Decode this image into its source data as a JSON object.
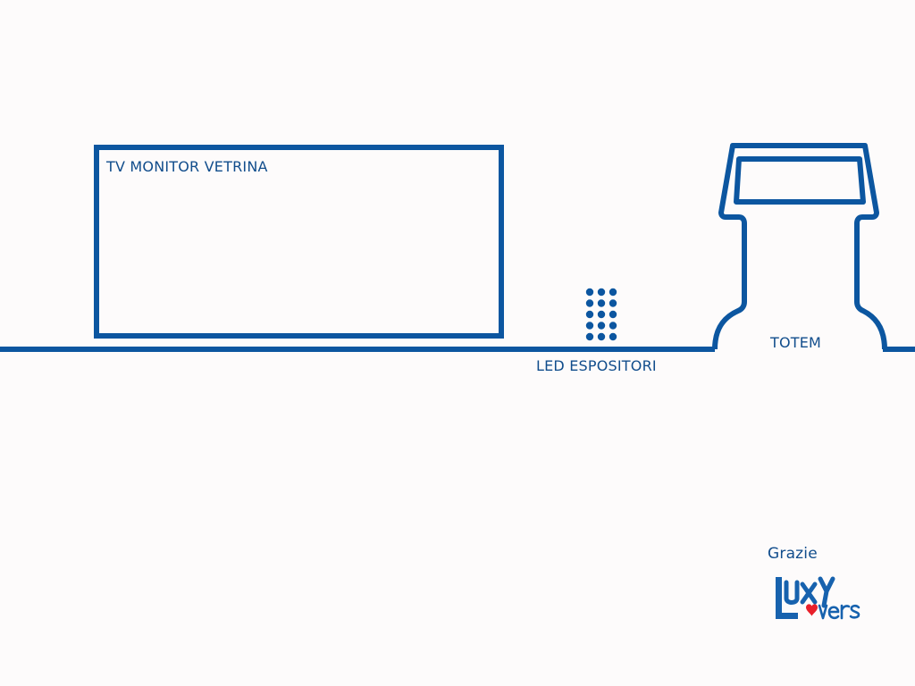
{
  "colors": {
    "background": "#fdfbfb",
    "stroke": "#0c56a0",
    "text": "#114d8c",
    "logo_blue": "#1762ae",
    "logo_heart": "#e8202b"
  },
  "labels": {
    "tv_monitor": "TV MONITOR VETRINA",
    "led_displays": "LED ESPOSITORI",
    "totem": "TOTEM",
    "thanks": "Grazie"
  },
  "logo": {
    "name": "Luxy Lovers",
    "icon": "heart-icon"
  },
  "led_grid": {
    "rows": 5,
    "columns": 3
  }
}
